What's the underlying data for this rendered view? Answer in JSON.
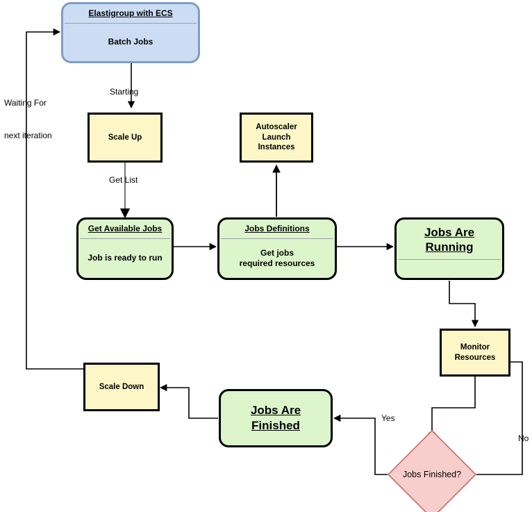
{
  "diagram": {
    "title": "Elastigroup with ECS batch jobs autoscaling flow",
    "colors": {
      "yellow_fill": "#fdf7c8",
      "green_fill": "#dcf5cb",
      "blue_fill": "#ccddf3",
      "blue_stroke": "#7f9dc6",
      "pink_fill": "#f8cecc",
      "pink_stroke": "#c86a66",
      "stroke": "#000000",
      "divider": "#9aa0a6"
    },
    "nodes": {
      "elastigroup": {
        "title": "Elastigroup with ECS",
        "body": "Batch Jobs",
        "shape": "rounded-rect",
        "fill": "#ccddf3"
      },
      "scale_up": {
        "label": "Scale Up",
        "shape": "rect",
        "fill": "#fdf7c8"
      },
      "autoscaler": {
        "label": "Autoscaler\nLaunch\nInstances",
        "line1": "Autoscaler",
        "line2": "Launch",
        "line3": "Instances",
        "shape": "rect",
        "fill": "#fdf7c8"
      },
      "get_available_jobs": {
        "title": "Get Available Jobs",
        "body": "Job is ready to run",
        "shape": "rounded-rect",
        "fill": "#dcf5cb"
      },
      "jobs_definitions": {
        "title": "Jobs Definitions",
        "body_line1": "Get jobs",
        "body_line2": "required resources",
        "shape": "rounded-rect",
        "fill": "#dcf5cb"
      },
      "jobs_are_running": {
        "title_line1": "Jobs Are",
        "title_line2": "Running",
        "body": "",
        "shape": "rounded-rect",
        "fill": "#dcf5cb"
      },
      "monitor_resources": {
        "line1": "Monitor",
        "line2": "Resources",
        "shape": "rect",
        "fill": "#fdf7c8"
      },
      "jobs_finished_decision": {
        "label": "Jobs Finished?",
        "shape": "diamond",
        "fill": "#f8cecc"
      },
      "jobs_are_finished": {
        "title_line1": "Jobs Are",
        "title_line2": "Finished",
        "shape": "rounded-rect",
        "fill": "#dcf5cb"
      },
      "scale_down": {
        "label": "Scale Down",
        "shape": "rect",
        "fill": "#fdf7c8"
      }
    },
    "edge_labels": {
      "starting": "Starting",
      "get_list": "Get List",
      "yes": "Yes",
      "no": "No",
      "waiting_line1": "Waiting For",
      "waiting_line2": "next iteration"
    },
    "edges": [
      {
        "from": "elastigroup",
        "to": "scale_up",
        "label": "Starting"
      },
      {
        "from": "scale_up",
        "to": "get_available_jobs",
        "label": "Get List"
      },
      {
        "from": "get_available_jobs",
        "to": "jobs_definitions",
        "label": ""
      },
      {
        "from": "jobs_definitions",
        "to": "autoscaler",
        "label": ""
      },
      {
        "from": "jobs_definitions",
        "to": "jobs_are_running",
        "label": ""
      },
      {
        "from": "jobs_are_running",
        "to": "monitor_resources",
        "label": ""
      },
      {
        "from": "monitor_resources",
        "to": "jobs_finished_decision",
        "label": ""
      },
      {
        "from": "jobs_finished_decision",
        "to": "jobs_are_finished",
        "label": "Yes"
      },
      {
        "from": "jobs_finished_decision",
        "to": "monitor_resources",
        "label": "No"
      },
      {
        "from": "jobs_are_finished",
        "to": "scale_down",
        "label": ""
      },
      {
        "from": "scale_down",
        "to": "elastigroup",
        "label": "Waiting For next iteration"
      }
    ]
  }
}
